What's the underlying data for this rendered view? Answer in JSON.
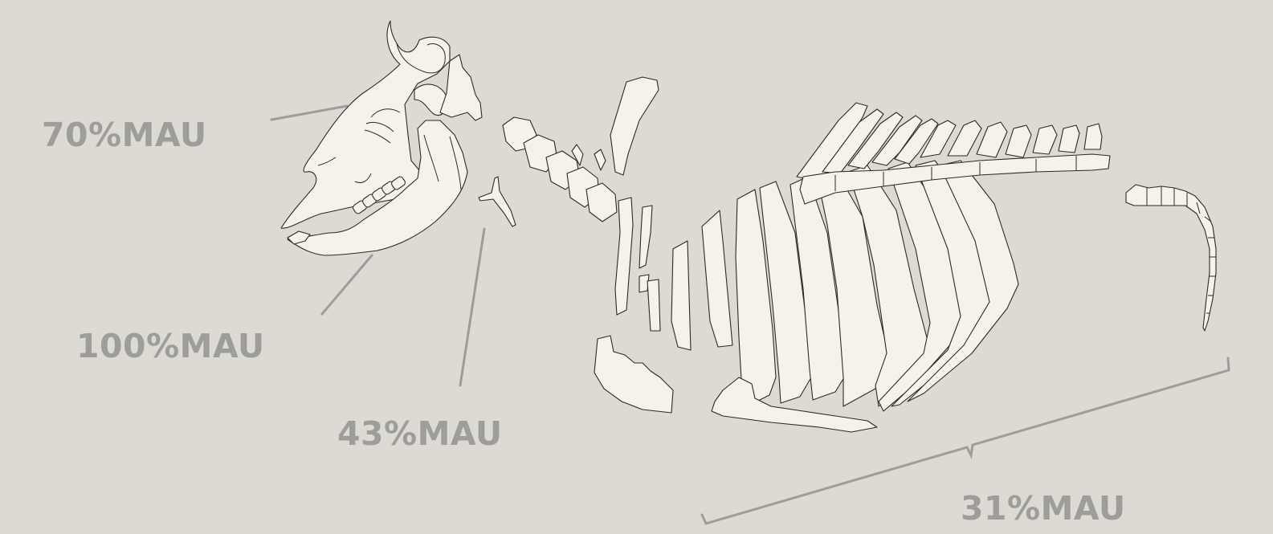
{
  "diagram": {
    "background_color": "#dcdad2",
    "bone_color": "#f4f2e9",
    "label_color": "#9d9d9b",
    "labels": {
      "cranium": "70%MAU",
      "mandible": "100%MAU",
      "hyoid": "43%MAU",
      "axial": "31%MAU"
    }
  }
}
